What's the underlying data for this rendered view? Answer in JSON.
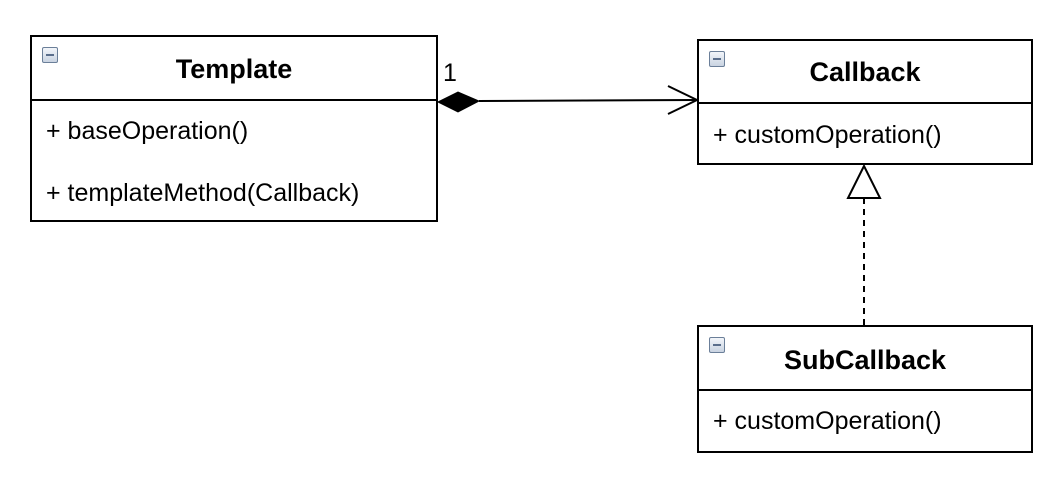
{
  "classes": {
    "template": {
      "name": "Template",
      "members": [
        "+ baseOperation()",
        "+ templateMethod(Callback)"
      ]
    },
    "callback": {
      "name": "Callback",
      "members": [
        "+ customOperation()"
      ]
    },
    "subcallback": {
      "name": "SubCallback",
      "members": [
        "+ customOperation()"
      ]
    }
  },
  "associations": {
    "composition": {
      "from": "Template",
      "to": "Callback",
      "multiplicity": "1"
    },
    "realization": {
      "from": "SubCallback",
      "to": "Callback"
    }
  }
}
